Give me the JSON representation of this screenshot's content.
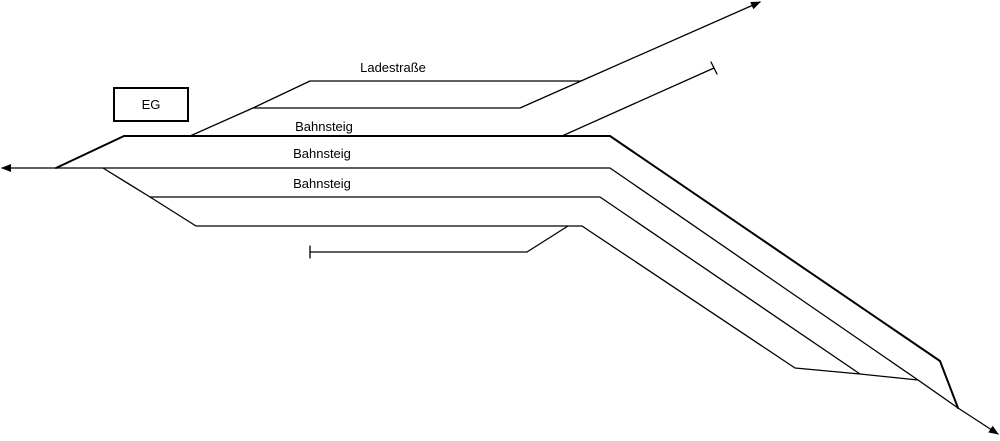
{
  "labels": {
    "station_building": "EG",
    "loading_road": "Ladestraße",
    "platform_1": "Bahnsteig",
    "platform_2": "Bahnsteig",
    "platform_3": "Bahnsteig"
  }
}
